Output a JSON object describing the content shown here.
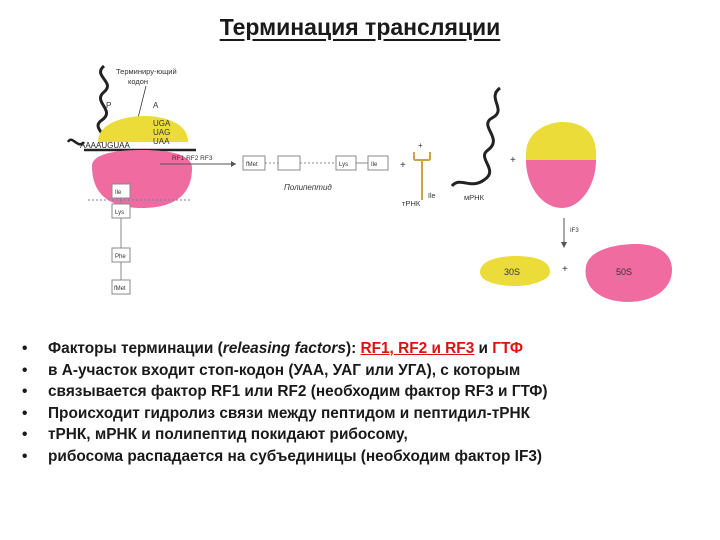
{
  "title": "Терминация трансляции",
  "diagram": {
    "stop_codon_label_1": "Терминиру-ющий",
    "stop_codon_label_2": "кодон",
    "site_p": "P",
    "site_a": "A",
    "codon_uga": "UGA",
    "codon_uag": "UAG",
    "codon_uaa": "UAA",
    "mrna_seq": "AAAAUGUAA",
    "rf_label": "RF1 RF2 RF3",
    "trna_left": "Ile",
    "aa_lys": "Lys",
    "aa_phe": "Phe",
    "aa_met": "fMet",
    "chain_met": "fMet",
    "chain_lys": "Lys",
    "chain_ile": "Ile",
    "polypeptide_label": "Полипептид",
    "trna_label": "тРНК",
    "trna_ile": "Ile",
    "mrna_label": "мРНК",
    "plus": "+",
    "if3_label": "IF3",
    "sub_30s": "30S",
    "sub_50s": "50S",
    "colors": {
      "yellow": "#ecdc3a",
      "pink": "#f06ba0",
      "box": "#8a8a8a"
    }
  },
  "bullets": {
    "b1": {
      "dot": "•",
      "a": "Факторы терминации (",
      "b": "releasing factors",
      "c": "): ",
      "d": "RF1, RF2 и RF3",
      "e": " и ",
      "f": "ГТФ"
    },
    "b2": {
      "dot": "•",
      "text": "в А-участок входит стоп-кодон (УАА, УАГ или УГА), с которым"
    },
    "b3": {
      "dot": "•",
      "text": "связывается  фактор RF1 или RF2 (необходим фактор RF3 и ГТФ)"
    },
    "b4": {
      "dot": "•",
      "text": "Происходит гидролиз связи между пептидом и пептидил-тРНК"
    },
    "b5": {
      "dot": "•",
      "text": "тРНК, мРНК и полипептид покидают рибосому,"
    },
    "b6": {
      "dot": "•",
      "text": "рибосома распадается на субъединицы (необходим фактор IF3)"
    }
  }
}
